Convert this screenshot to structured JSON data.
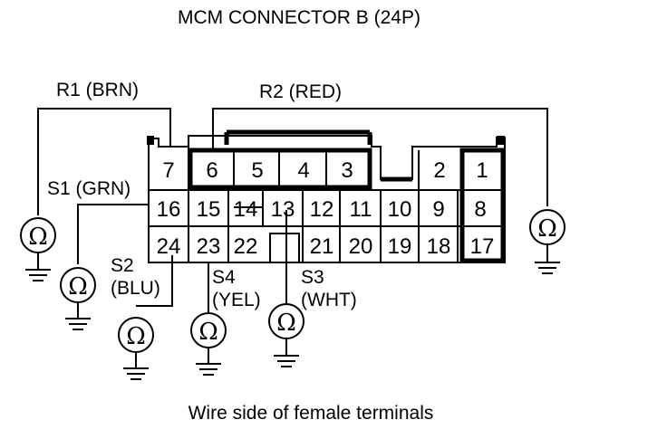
{
  "title": "MCM CONNECTOR B (24P)",
  "caption": "Wire side of female terminals",
  "terminals": {
    "t1": "1",
    "t2": "2",
    "t3": "3",
    "t4": "4",
    "t5": "5",
    "t6": "6",
    "t7": "7",
    "t8": "8",
    "t9": "9",
    "t10": "10",
    "t11": "11",
    "t12": "12",
    "t13": "13",
    "t14": "14",
    "t15": "15",
    "t16": "16",
    "t17": "17",
    "t18": "18",
    "t19": "19",
    "t20": "20",
    "t21": "21",
    "t22": "22",
    "t23": "23",
    "t24": "24"
  },
  "wires": {
    "r1": "R1 (BRN)",
    "r2": "R2 (RED)",
    "s1": "S1 (GRN)",
    "s2_line1": "S2",
    "s2_line2": "(BLU)",
    "s3_line1": "S3",
    "s3_line2": "(WHT)",
    "s4_line1": "S4",
    "s4_line2": "(YEL)"
  },
  "meter_symbol": "Ω"
}
